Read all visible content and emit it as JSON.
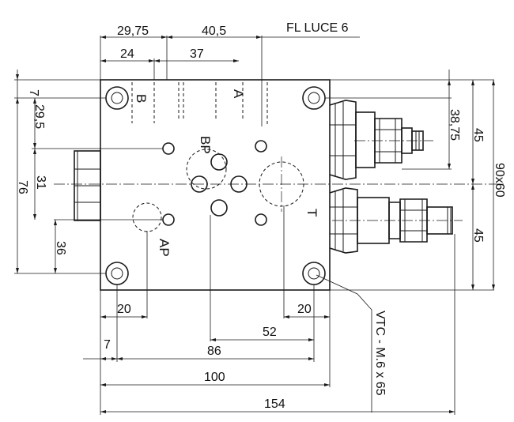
{
  "title": "FL LUCE 6",
  "ports": {
    "b": "B",
    "a": "A",
    "bp": "BP",
    "ap": "AP",
    "t": "T"
  },
  "screw_spec": "VTC - M.6 x 65",
  "dimensions": {
    "top_29_75": "29,75",
    "top_40_5": "40,5",
    "top_24": "24",
    "top_37": "37",
    "left_7": "7",
    "left_29_5": "29,5",
    "left_31": "31",
    "left_76": "76",
    "left_36": "36",
    "right_38_75": "38,75",
    "right_45_top": "45",
    "right_45_bottom": "45",
    "right_90x60": "90x60",
    "bottom_20_left": "20",
    "bottom_20_right": "20",
    "bottom_52": "52",
    "bottom_7": "7",
    "bottom_86": "86",
    "bottom_100": "100",
    "bottom_154": "154"
  }
}
